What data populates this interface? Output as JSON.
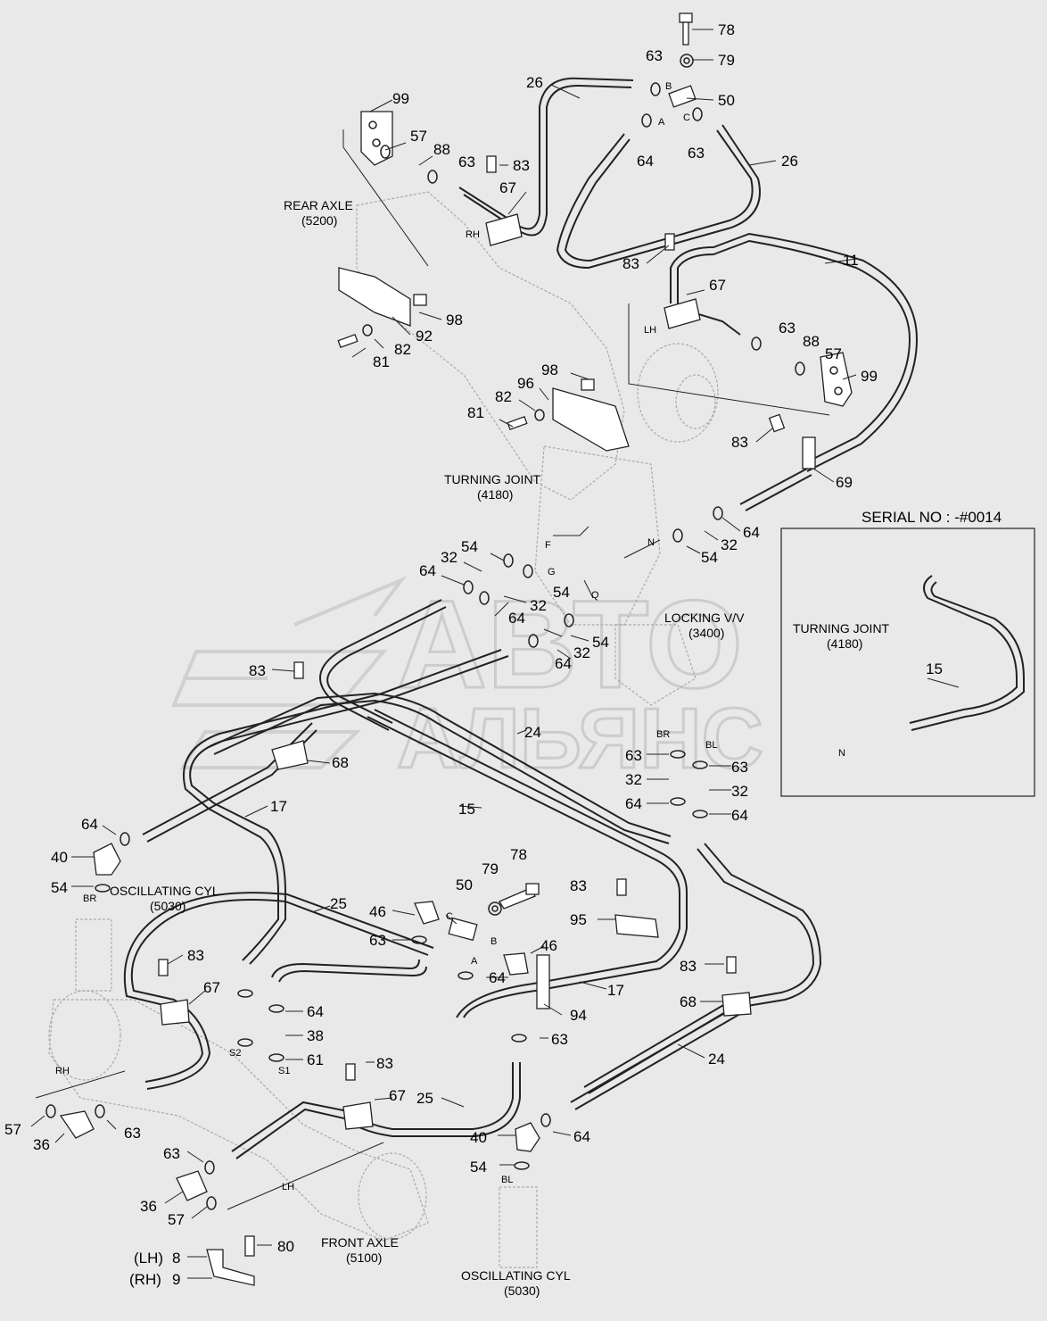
{
  "serial": "SERIAL NO : -#0014",
  "watermark": {
    "line1": "АВТО",
    "line2": "АЛЬЯНС"
  },
  "assemblies": {
    "rear_axle": {
      "name": "REAR AXLE",
      "code": "(5200)"
    },
    "turning_joint_main": {
      "name": "TURNING JOINT",
      "code": "(4180)"
    },
    "locking_valve": {
      "name": "LOCKING V/V",
      "code": "(3400)"
    },
    "turning_joint_inset": {
      "name": "TURNING JOINT",
      "code": "(4180)"
    },
    "oscillating_cyl_left": {
      "name": "OSCILLATING CYL",
      "code": "(5030)"
    },
    "oscillating_cyl_bottom": {
      "name": "OSCILLATING CYL",
      "code": "(5030)"
    },
    "front_axle": {
      "name": "FRONT AXLE",
      "code": "(5100)"
    }
  },
  "side_labels": {
    "lh8": "(LH)",
    "rh9": "(RH)"
  },
  "parts": [
    {
      "n": "78"
    },
    {
      "n": "79"
    },
    {
      "n": "63"
    },
    {
      "n": "50"
    },
    {
      "n": "26"
    },
    {
      "n": "99"
    },
    {
      "n": "57"
    },
    {
      "n": "88"
    },
    {
      "n": "63"
    },
    {
      "n": "83"
    },
    {
      "n": "64"
    },
    {
      "n": "63"
    },
    {
      "n": "26"
    },
    {
      "n": "67"
    },
    {
      "n": "11"
    },
    {
      "n": "83"
    },
    {
      "n": "67"
    },
    {
      "n": "98"
    },
    {
      "n": "92"
    },
    {
      "n": "82"
    },
    {
      "n": "81"
    },
    {
      "n": "63"
    },
    {
      "n": "88"
    },
    {
      "n": "57"
    },
    {
      "n": "99"
    },
    {
      "n": "98"
    },
    {
      "n": "96"
    },
    {
      "n": "82"
    },
    {
      "n": "81"
    },
    {
      "n": "83"
    },
    {
      "n": "69"
    },
    {
      "n": "64"
    },
    {
      "n": "32"
    },
    {
      "n": "54"
    },
    {
      "n": "54"
    },
    {
      "n": "32"
    },
    {
      "n": "64"
    },
    {
      "n": "54"
    },
    {
      "n": "32"
    },
    {
      "n": "64"
    },
    {
      "n": "54"
    },
    {
      "n": "32"
    },
    {
      "n": "64"
    },
    {
      "n": "15"
    },
    {
      "n": "83"
    },
    {
      "n": "68"
    },
    {
      "n": "24"
    },
    {
      "n": "63"
    },
    {
      "n": "63"
    },
    {
      "n": "32"
    },
    {
      "n": "32"
    },
    {
      "n": "64"
    },
    {
      "n": "64"
    },
    {
      "n": "17"
    },
    {
      "n": "15"
    },
    {
      "n": "64"
    },
    {
      "n": "40"
    },
    {
      "n": "54"
    },
    {
      "n": "78"
    },
    {
      "n": "79"
    },
    {
      "n": "50"
    },
    {
      "n": "83"
    },
    {
      "n": "25"
    },
    {
      "n": "46"
    },
    {
      "n": "95"
    },
    {
      "n": "63"
    },
    {
      "n": "46"
    },
    {
      "n": "64"
    },
    {
      "n": "17"
    },
    {
      "n": "83"
    },
    {
      "n": "83"
    },
    {
      "n": "67"
    },
    {
      "n": "94"
    },
    {
      "n": "68"
    },
    {
      "n": "64"
    },
    {
      "n": "38"
    },
    {
      "n": "63"
    },
    {
      "n": "61"
    },
    {
      "n": "24"
    },
    {
      "n": "83"
    },
    {
      "n": "67"
    },
    {
      "n": "25"
    },
    {
      "n": "57"
    },
    {
      "n": "36"
    },
    {
      "n": "63"
    },
    {
      "n": "40"
    },
    {
      "n": "64"
    },
    {
      "n": "63"
    },
    {
      "n": "54"
    },
    {
      "n": "36"
    },
    {
      "n": "57"
    },
    {
      "n": "80"
    },
    {
      "n": "8"
    },
    {
      "n": "9"
    }
  ],
  "port_labels": [
    "B",
    "A",
    "C",
    "RH",
    "LH",
    "F",
    "G",
    "Q",
    "N",
    "BR",
    "BL",
    "BR",
    "C",
    "B",
    "A",
    "S2",
    "S1",
    "RH",
    "LH",
    "BL",
    "N"
  ]
}
